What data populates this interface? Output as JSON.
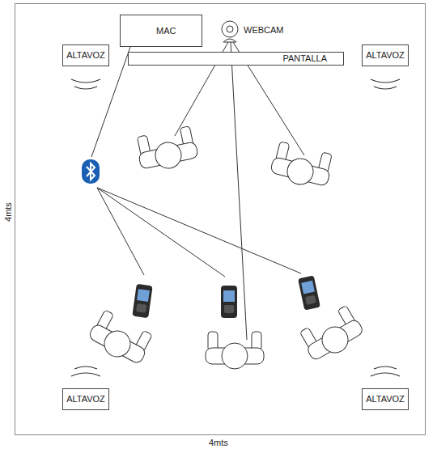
{
  "diagram": {
    "nodes": [
      {
        "text": [
          "ALTAVOZ"
        ]
      },
      {
        "text": [
          "MAC"
        ]
      },
      {
        "text": [
          "PANTALLA"
        ]
      },
      {
        "text": [
          "ALTAVOZ"
        ]
      },
      {
        "text": [
          "ALTAVOZ"
        ]
      },
      {
        "text": [
          "ALTAVOZ"
        ]
      }
    ],
    "labels": [
      "WEBCAM",
      "4mts",
      "4mts"
    ]
  }
}
